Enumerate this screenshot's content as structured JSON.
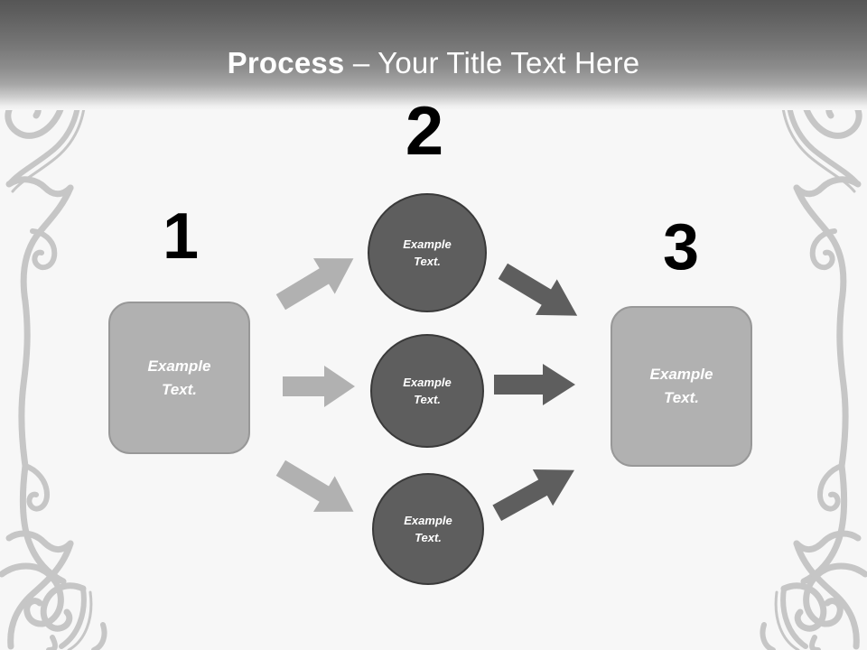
{
  "slide": {
    "title": {
      "bold_part": "Process",
      "light_part": " – Your Title Text Here"
    },
    "background_color": "#f7f7f7",
    "header_color_top": "#565656",
    "header_color_bottom": "#f7f7f7"
  },
  "steps": [
    {
      "number": "1",
      "shape": "rounded-rectangle",
      "label_line1": "Example",
      "label_line2": "Text.",
      "fill": "#b1b1b1",
      "border": "#989898",
      "text_color": "#ffffff"
    },
    {
      "number": "2",
      "shape": "circle",
      "fill": "#5e5e5e",
      "border": "#3a3a3a",
      "text_color": "#ffffff",
      "nodes": [
        {
          "label_line1": "Example",
          "label_line2": "Text."
        },
        {
          "label_line1": "Example",
          "label_line2": "Text."
        },
        {
          "label_line1": "Example",
          "label_line2": "Text."
        }
      ]
    },
    {
      "number": "3",
      "shape": "rounded-rectangle",
      "label_line1": "Example",
      "label_line2": "Text.",
      "fill": "#b1b1b1",
      "border": "#989898",
      "text_color": "#ffffff"
    }
  ],
  "arrows": {
    "incoming_color": "#b1b1b1",
    "outgoing_color": "#5e5e5e",
    "incoming": [
      {
        "name": "arrow-box-to-circle-top",
        "direction": "up-right"
      },
      {
        "name": "arrow-box-to-circle-middle",
        "direction": "right"
      },
      {
        "name": "arrow-box-to-circle-bottom",
        "direction": "down-right"
      }
    ],
    "outgoing": [
      {
        "name": "arrow-circle-top-to-box",
        "direction": "down-right"
      },
      {
        "name": "arrow-circle-middle-to-box",
        "direction": "right"
      },
      {
        "name": "arrow-circle-bottom-to-box",
        "direction": "up-right"
      }
    ]
  },
  "ornament": {
    "color": "#c6c6c6",
    "name": "decorative-flourish"
  }
}
